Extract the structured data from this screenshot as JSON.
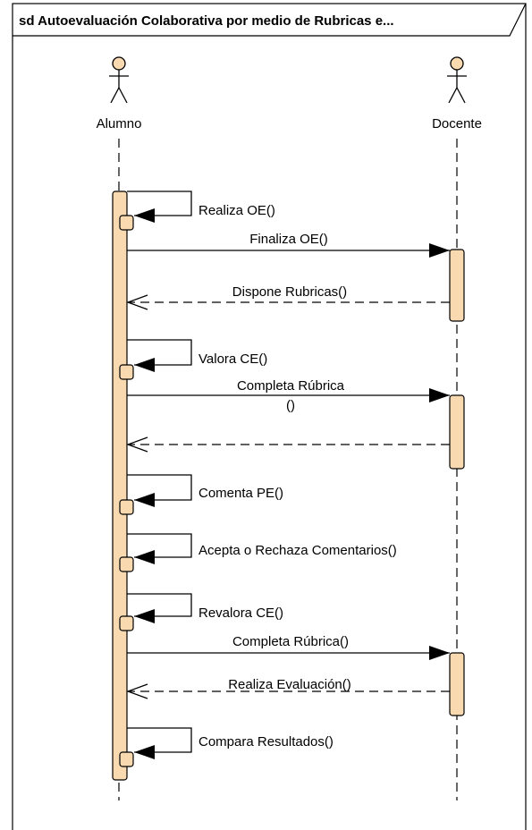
{
  "frame": {
    "title": "sd Autoevaluación Colaborativa por medio de Rubricas e..."
  },
  "actors": [
    {
      "id": "alumno",
      "name": "Alumno"
    },
    {
      "id": "docente",
      "name": "Docente"
    }
  ],
  "colors": {
    "activation_fill": "#f8d9b0",
    "line": "#000000",
    "frame_border": "#000000"
  },
  "messages": [
    {
      "label": "Realiza OE()",
      "kind": "self"
    },
    {
      "label": "Finaliza OE()",
      "kind": "call"
    },
    {
      "label": "Dispone Rubricas()",
      "kind": "return"
    },
    {
      "label": "Valora CE()",
      "kind": "self"
    },
    {
      "label": "Completa Rúbrica",
      "label2": "()",
      "kind": "call"
    },
    {
      "label": "",
      "kind": "return"
    },
    {
      "label": "Comenta PE()",
      "kind": "self"
    },
    {
      "label": "Acepta o Rechaza Comentarios()",
      "kind": "self"
    },
    {
      "label": "Revalora CE()",
      "kind": "self"
    },
    {
      "label": "Completa Rúbrica()",
      "kind": "call"
    },
    {
      "label": "Realiza Evaluación()",
      "kind": "return"
    },
    {
      "label": "Compara Resultados()",
      "kind": "self"
    }
  ]
}
